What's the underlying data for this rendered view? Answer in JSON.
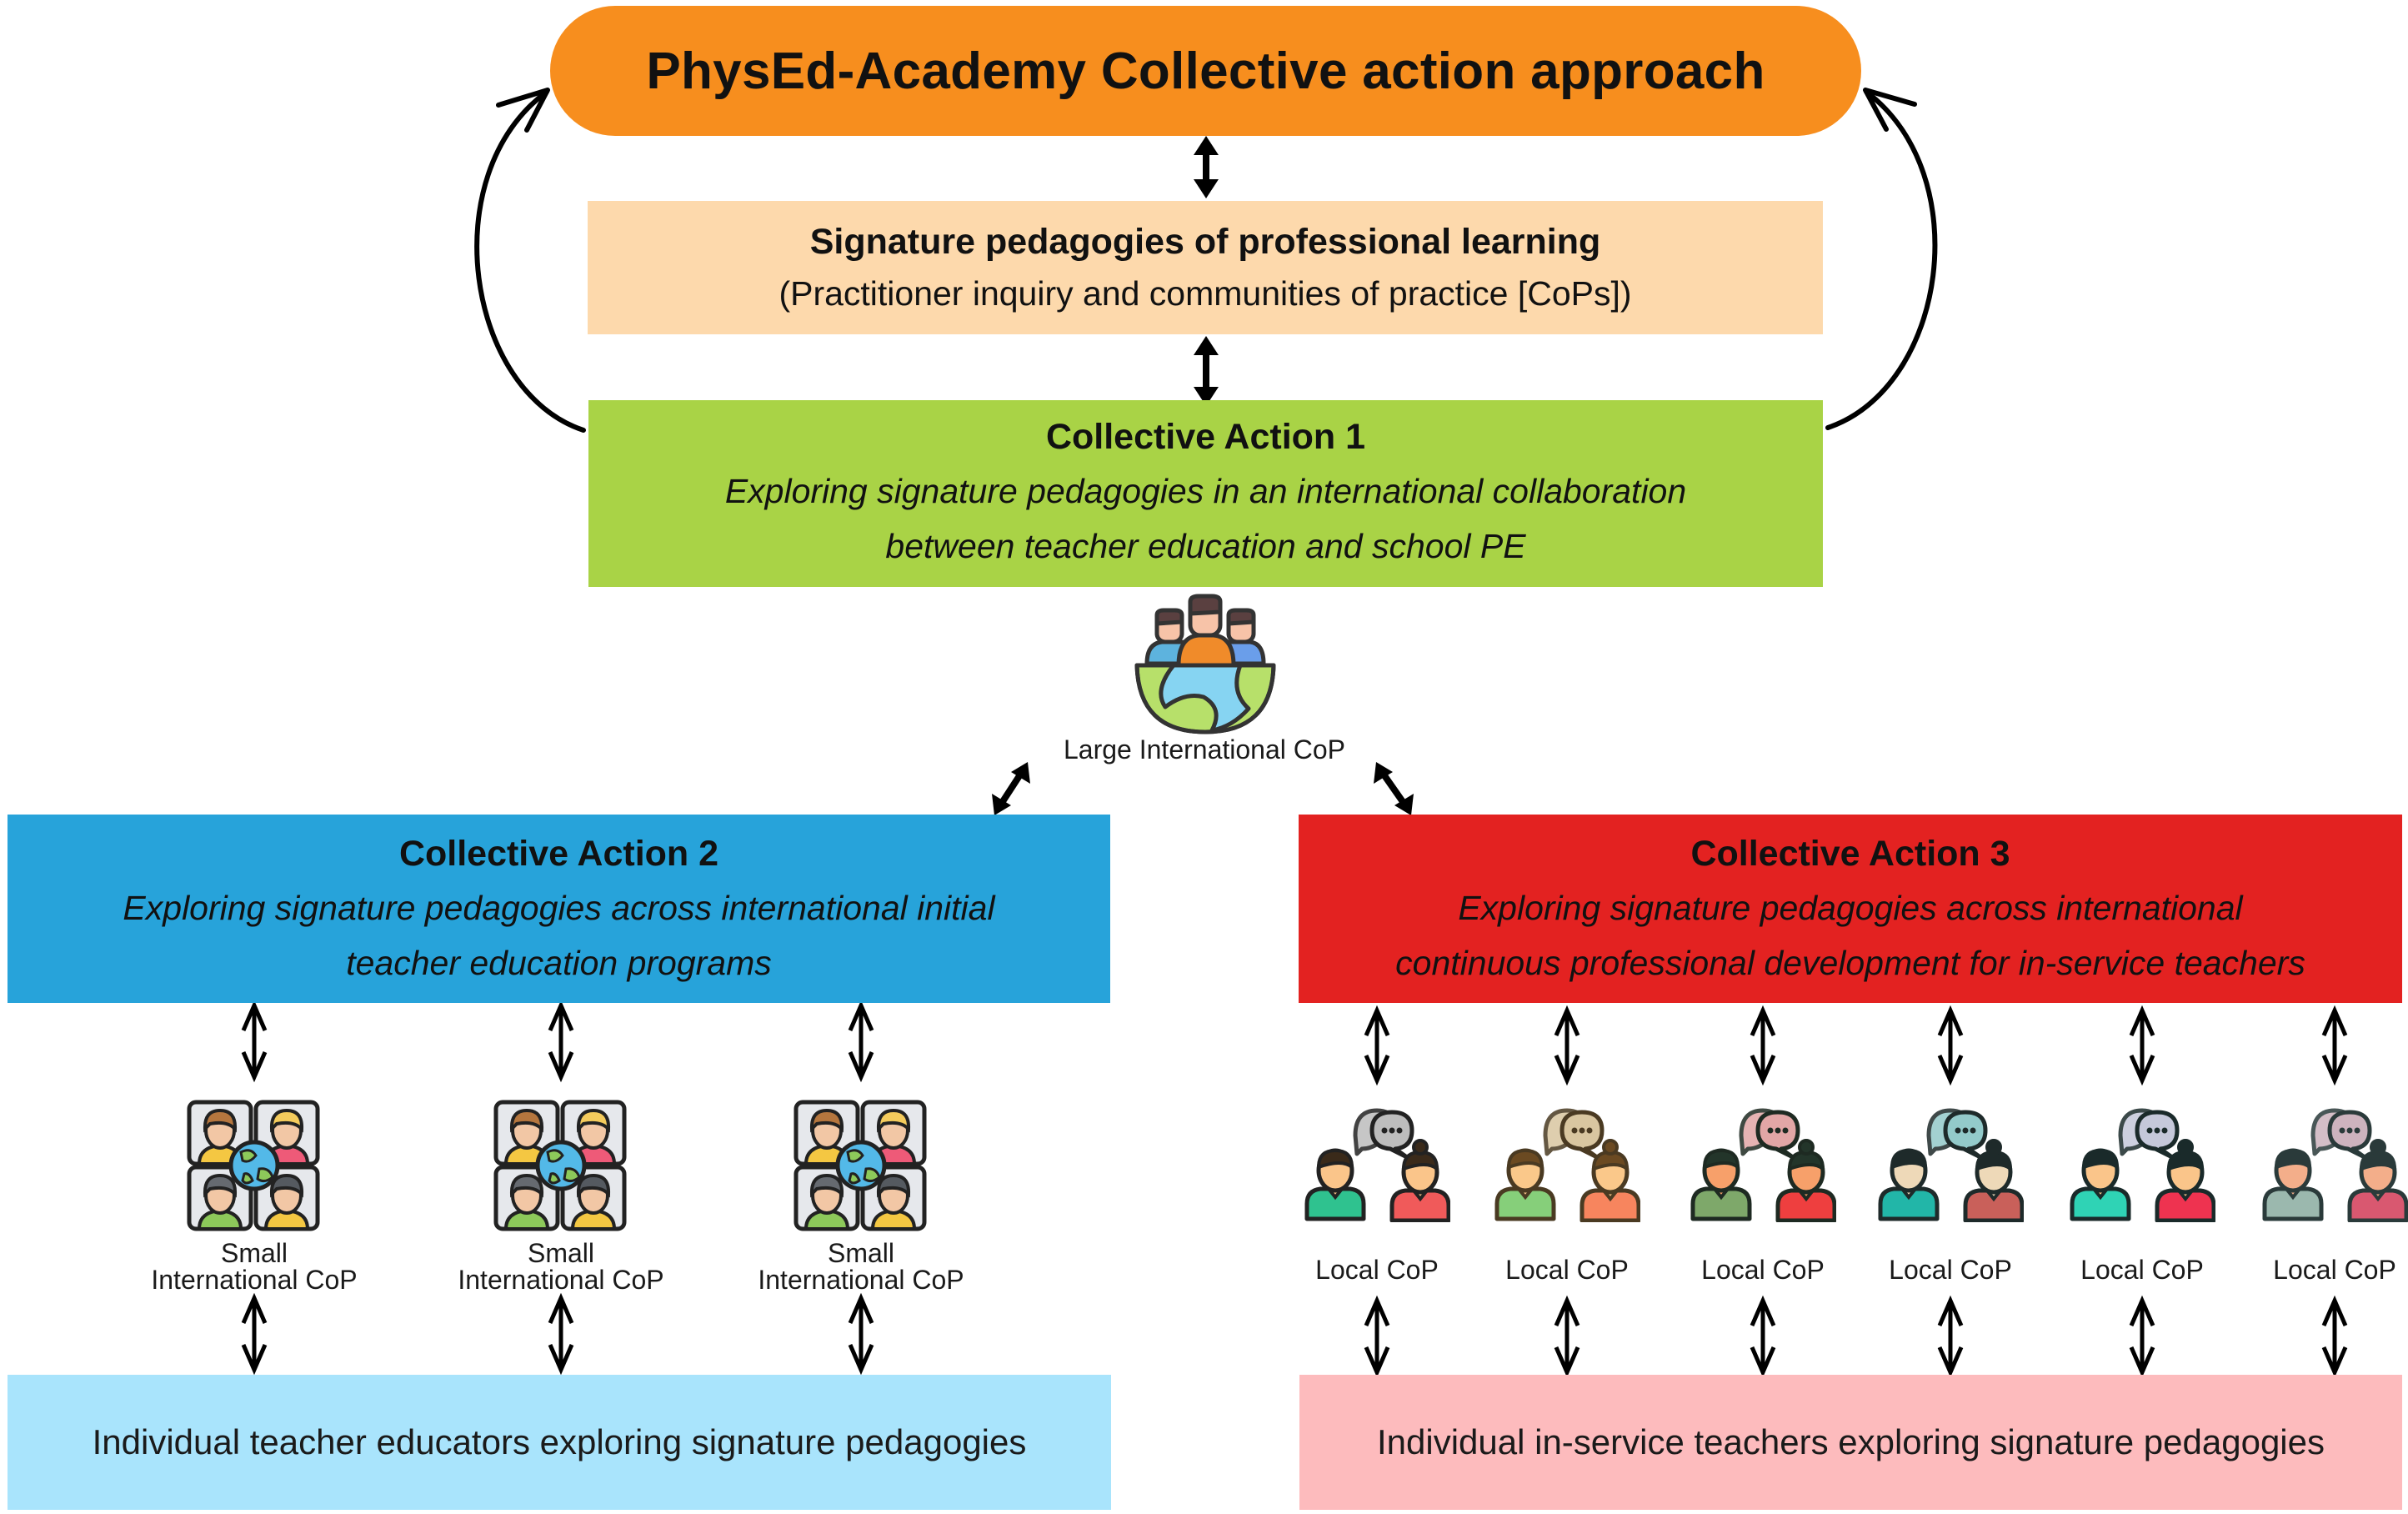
{
  "header": {
    "title": "PhysEd-Academy Collective action approach"
  },
  "pedagogies": {
    "title": "Signature pedagogies of professional learning",
    "subtitle": "(Practitioner inquiry and communities of practice [CoPs])"
  },
  "collective_action_1": {
    "title": "Collective Action 1",
    "line1": "Exploring signature pedagogies in an international collaboration",
    "line2": "between teacher education and school PE",
    "icon": "large-international-cop-icon",
    "icon_label": "Large International CoP"
  },
  "collective_action_2": {
    "title": "Collective Action 2",
    "line1": "Exploring signature pedagogies across international initial",
    "line2": "teacher education programs",
    "cops": [
      {
        "label_line1": "Small",
        "label_line2": "International CoP",
        "icon": "small-international-cop-icon"
      },
      {
        "label_line1": "Small",
        "label_line2": "International CoP",
        "icon": "small-international-cop-icon"
      },
      {
        "label_line1": "Small",
        "label_line2": "International CoP",
        "icon": "small-international-cop-icon"
      }
    ],
    "bottom_text": "Individual teacher educators exploring signature pedagogies"
  },
  "collective_action_3": {
    "title": "Collective Action 3",
    "line1": "Exploring signature pedagogies across international",
    "line2": "continuous professional development for in-service teachers",
    "cops": [
      {
        "label": "Local CoP",
        "icon": "local-cop-icon",
        "bubble": "#BDBDBD",
        "hair": "#3a2a1a",
        "skin": "#FAC58A",
        "shirt1": "#2FC28F",
        "shirt2": "#F05A5A",
        "outline": "#222222"
      },
      {
        "label": "Local CoP",
        "icon": "local-cop-icon",
        "bubble": "#D9C6A0",
        "hair": "#6B4A22",
        "skin": "#FAC88A",
        "shirt1": "#86CF7A",
        "shirt2": "#F7855E",
        "outline": "#4a3a22"
      },
      {
        "label": "Local CoP",
        "icon": "local-cop-icon",
        "bubble": "#E2A6A6",
        "hair": "#23352a",
        "skin": "#F7A06A",
        "shirt1": "#7EA86A",
        "shirt2": "#EE3F3F",
        "outline": "#1e2a22"
      },
      {
        "label": "Local CoP",
        "icon": "local-cop-icon",
        "bubble": "#93CACA",
        "hair": "#1e2a2a",
        "skin": "#EED9B8",
        "shirt1": "#22B6A8",
        "shirt2": "#C9605A",
        "outline": "#1e2a2a"
      },
      {
        "label": "Local CoP",
        "icon": "local-cop-icon",
        "bubble": "#C5C8DA",
        "hair": "#1a2a2a",
        "skin": "#FAC58A",
        "shirt1": "#2FD3B5",
        "shirt2": "#EE3350",
        "outline": "#1a2a2a"
      },
      {
        "label": "Local CoP",
        "icon": "local-cop-icon",
        "bubble": "#CDB3BE",
        "hair": "#2a3a3a",
        "skin": "#F3AE8A",
        "shirt1": "#9BB8AE",
        "shirt2": "#D95870",
        "outline": "#2a3a3a"
      }
    ],
    "bottom_text": "Individual in-service teachers exploring signature pedagogies"
  },
  "colors": {
    "title_pill": "#F78E1E",
    "pedagogies": "#FDD9AC",
    "collective_action_1": "#A9D346",
    "collective_action_2": "#27A3DA",
    "collective_action_3": "#E32221",
    "teacher_educators": "#A9E4FC",
    "in_service_teachers": "#FDBBBD"
  }
}
